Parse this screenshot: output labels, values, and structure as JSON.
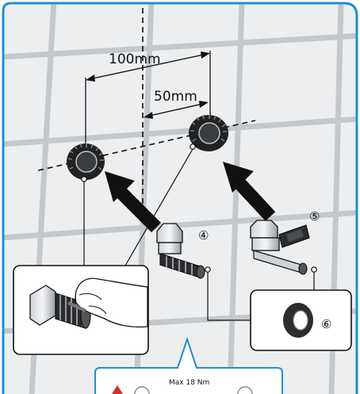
{
  "dimensions": {
    "outer_spacing": "100mm",
    "center_offset": "50mm"
  },
  "callouts": {
    "item_4": "④",
    "item_5": "⑤",
    "item_6": "⑥"
  },
  "torque_note": "Max 18 Nm",
  "colors": {
    "frame_border": "#1e8fd0",
    "tile_grout": "#c4c8cb",
    "tile_background": "#eceef0",
    "ink": "#111111"
  },
  "icons": {
    "warning": "warning-triangle-icon"
  }
}
